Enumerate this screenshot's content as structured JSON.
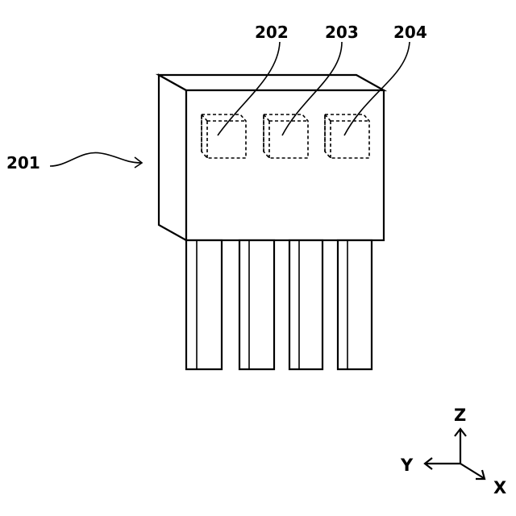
{
  "labels": {
    "device": "201",
    "element_1": "202",
    "element_2": "203",
    "element_3": "204"
  },
  "axes": {
    "z": "Z",
    "y": "Y",
    "x": "X"
  },
  "colors": {
    "line": "#000000",
    "background": "#ffffff"
  }
}
